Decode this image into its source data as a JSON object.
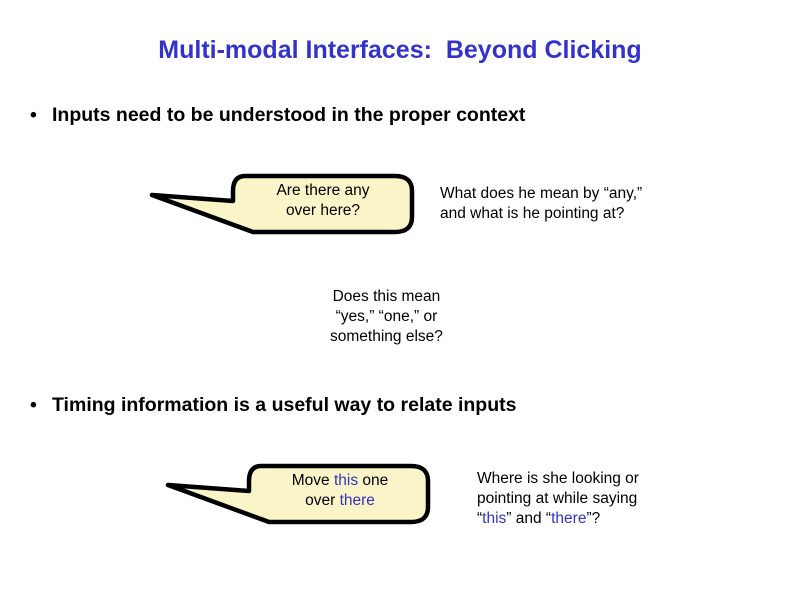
{
  "slide": {
    "title": "Multi-modal Interfaces:  Beyond Clicking",
    "title_color": "#3333cc",
    "background_color": "#ffffff",
    "bullet_glyph": "•",
    "bullets": [
      {
        "text": "Inputs need to be understood in the proper context"
      },
      {
        "text": "Timing information is a useful way to relate inputs"
      }
    ],
    "bubbles": [
      {
        "name": "bubble-are-there-any",
        "fill_color": "#faf5c8",
        "border_color": "#000000",
        "lines": [
          {
            "segments": [
              {
                "text": "Are there any",
                "color": "#000000"
              }
            ]
          },
          {
            "segments": [
              {
                "text": "over here?",
                "color": "#000000"
              }
            ]
          }
        ],
        "line1": "Are there any",
        "line2": "over here?"
      },
      {
        "name": "bubble-move-this-one",
        "fill_color": "#faf5c8",
        "border_color": "#000000",
        "highlight_color": "#3333bb",
        "line1_a": "Move ",
        "line1_b": "this",
        "line1_c": " one",
        "line2_a": "over ",
        "line2_b": "there"
      }
    ],
    "annotations": [
      {
        "name": "annotation-what-does-he-mean",
        "line1": "What does he mean by “any,”",
        "line2": "and what is he pointing at?"
      },
      {
        "name": "annotation-does-this-mean",
        "line1": "Does this mean",
        "line2": "“yes,” “one,” or",
        "line3": "something else?"
      },
      {
        "name": "annotation-where-is-she-looking",
        "line1": "Where is she looking or",
        "line2": "pointing at while saying",
        "line3_a": "“",
        "line3_b": "this",
        "line3_c": "” and “",
        "line3_d": "there",
        "line3_e": "”?"
      }
    ]
  }
}
